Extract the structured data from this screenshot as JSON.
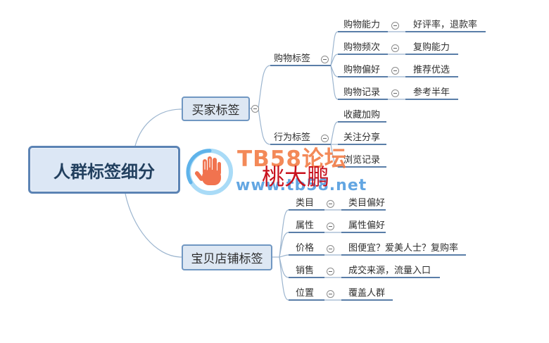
{
  "root": {
    "label": "人群标签细分"
  },
  "buyer": {
    "label": "买家标签",
    "shopping": {
      "label": "购物标签",
      "items": [
        {
          "label": "购物能力",
          "detail": "好评率，退款率"
        },
        {
          "label": "购物频次",
          "detail": "复购能力"
        },
        {
          "label": "购物偏好",
          "detail": "推荐优选"
        },
        {
          "label": "购物记录",
          "detail": "参考半年"
        }
      ]
    },
    "behavior": {
      "label": "行为标签",
      "items": [
        {
          "label": "收藏加购"
        },
        {
          "label": "关注分享"
        },
        {
          "label": "浏览记录"
        }
      ]
    }
  },
  "shop": {
    "label": "宝贝店铺标签",
    "items": [
      {
        "label": "类目",
        "detail": "类目偏好"
      },
      {
        "label": "属性",
        "detail": "属性偏好"
      },
      {
        "label": "价格",
        "detail": "图便宜？爱美人士？复购率"
      },
      {
        "label": "销售",
        "detail": "成交来源，流量入口"
      },
      {
        "label": "位置",
        "detail": "覆盖人群"
      }
    ]
  },
  "watermark": {
    "forum": "TB58论坛",
    "author": "桃大鹏",
    "url": "www.tb58.net"
  },
  "icons": {
    "collapse": "collapse-minus-icon",
    "watermark_logo": "hand-logo-icon"
  },
  "colors": {
    "root_fill": "#dce7f5",
    "root_border": "#5b83b4",
    "topic_fill": "#dde7f3",
    "topic_border": "#7097c2",
    "underline": "#5a7ea8",
    "connector": "#9cb5cf",
    "wm_orange": "#f2753c",
    "wm_red": "#c8121e",
    "wm_blue": "#3d91dc"
  }
}
